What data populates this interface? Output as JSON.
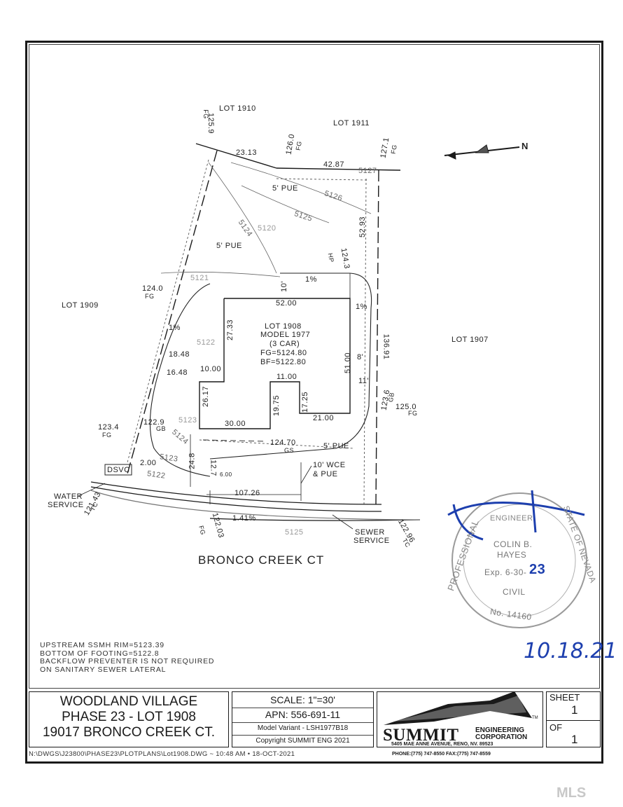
{
  "plan": {
    "lots": {
      "lot_1910": "LOT 1910",
      "lot_1911": "LOT 1911",
      "lot_1909": "LOT 1909",
      "lot_1907": "LOT 1907",
      "lot_1908": "LOT 1908"
    },
    "house": {
      "model": "MODEL 1977",
      "garage": "(3 CAR)",
      "fg": "FG=5124.80",
      "bf": "BF=5122.80"
    },
    "dims": {
      "d1": "23.13",
      "d2": "42.87",
      "d3": "52.93",
      "d4": "52.00",
      "d5": "27.33",
      "d6": "18.48",
      "d7": "16.48",
      "d8": "10.00",
      "d9": "26.17",
      "d10": "19.75",
      "d11": "11.00",
      "d12": "17.25",
      "d13": "21.00",
      "d14": "30.00",
      "d15": "51.00",
      "d16": "136.91",
      "d17": "107.26",
      "d18": "2.00",
      "d19": "24.8",
      "d20": "12.7",
      "d21": "10'",
      "d22": "8'",
      "d23": "11'",
      "d24": "6.00"
    },
    "elev": {
      "e1": "125.9",
      "e1u": "FG",
      "e2": "126.0",
      "e2u": "FG",
      "e3": "127.1",
      "e3u": "FG",
      "e4": "124.3",
      "e4u": "HP",
      "e5": "124.0",
      "e5u": "FG",
      "e6": "123.6",
      "e6u": "GB",
      "e7": "125.0",
      "e7u": "FG",
      "e8": "123.4",
      "e8u": "FG",
      "e9": "122.9",
      "e9u": "GB",
      "e10": "124.70",
      "e10u": "GS",
      "e11": "121.43",
      "e11u": "TC",
      "e12": "122.03",
      "e12u": "FG",
      "e13": "122.96",
      "e13u": "TC"
    },
    "contours": {
      "c1": "5127",
      "c2": "5126",
      "c3": "5125",
      "c4": "5124",
      "c5": "5123",
      "c6": "5122",
      "c7": "5120",
      "c8": "5121",
      "c9": "5124",
      "c10": "5123",
      "c11": "5122",
      "c12": "5125"
    },
    "slopes": {
      "s1": "1%",
      "s2": "1%",
      "s3": "1%",
      "s4": "1.41%"
    },
    "easements": {
      "pue1": "5' PUE",
      "pue2": "5' PUE",
      "pue3": "5' PUE",
      "wce": "10' WCE",
      "wce2": "& PUE"
    },
    "utilities": {
      "dsvc": "DSVC",
      "water": "WATER",
      "water2": "SERVICE",
      "sewer": "SEWER",
      "sewer2": "SERVICE"
    },
    "north": "N",
    "street": "BRONCO CREEK CT"
  },
  "notes": [
    "UPSTREAM SSMH RIM=5123.39",
    "BOTTOM OF FOOTING=5122.8",
    "BACKFLOW PREVENTER IS NOT REQUIRED",
    "ON SANITARY SEWER LATERAL"
  ],
  "stamp": {
    "top": "ENGINEER",
    "name1": "COLIN B.",
    "name2": "HAYES",
    "exp": "Exp. 6-30-",
    "exp_year": "23",
    "civil": "CIVIL",
    "number": "No. 14160",
    "left_arc": "PROFESSIONAL",
    "right_arc": "STATE OF NEVADA",
    "date": "10.18.21"
  },
  "title_block": {
    "project_line1": "WOODLAND VILLAGE",
    "project_line2": "PHASE 23 - LOT 1908",
    "project_line3": "19017 BRONCO CREEK CT.",
    "scale": "SCALE:  1\"=30'",
    "apn": "APN:  556-691-11",
    "model_variant": "Model Variant  -  LSH1977B18",
    "copyright": "Copyright  SUMMIT ENG 2021",
    "company": "SUMMIT",
    "company_sub1": "ENGINEERING",
    "company_sub2": "CORPORATION",
    "tm": "TM",
    "address": "5405 MAE ANNE AVENUE, RENO, NV. 89523",
    "phone": "PHONE:(775) 747-8550  FAX:(775) 747-8559",
    "sheet_label": "SHEET",
    "sheet_num": "1",
    "of_label": "OF",
    "of_num": "1",
    "file_path": "N:\\DWGS\\J23800\\PHASE23\\PLOTPLANS\\Lot1908.DWG  ~  10:48 AM  •  18-OCT-2021"
  },
  "watermark": "MLS"
}
